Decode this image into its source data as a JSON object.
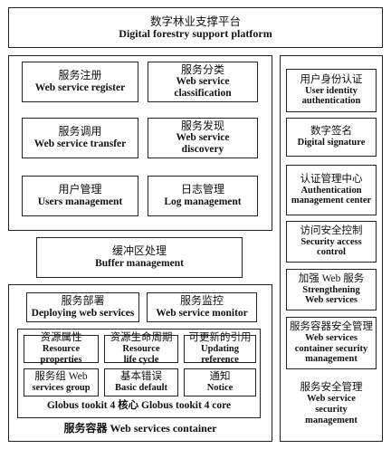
{
  "platform": {
    "zh": "数字林业支撑平台",
    "en": "Digital forestry support platform"
  },
  "services": {
    "register": {
      "zh": "服务注册",
      "en": "Web service register"
    },
    "classification": {
      "zh": "服务分类",
      "en1": "Web service",
      "en2": "classification"
    },
    "transfer": {
      "zh": "服务调用",
      "en": "Web service transfer"
    },
    "discovery": {
      "zh": "服务发现",
      "en1": "Web service",
      "en2": "discovery"
    },
    "users": {
      "zh": "用户管理",
      "en": "Users management"
    },
    "log": {
      "zh": "日志管理",
      "en": "Log management"
    }
  },
  "buffer": {
    "zh": "缓冲区处理",
    "en": "Buffer management"
  },
  "container": {
    "deploying": {
      "zh": "服务部署",
      "en": "Deploying web services"
    },
    "monitor": {
      "zh": "服务监控",
      "en": "Web service monitor"
    },
    "resource_properties": {
      "zh": "资源属性",
      "en1": "Resource",
      "en2": "properties"
    },
    "resource_lifecycle": {
      "zh": "资源生命周期",
      "en1": "Resource",
      "en2": "life cycle"
    },
    "updating_reference": {
      "zh": "可更新的引用",
      "en1": "Updating",
      "en2": "reference"
    },
    "services_group": {
      "zh": "服务组 Web",
      "en": "services group"
    },
    "basic_default": {
      "zh": "基本错误",
      "en": "Basic default"
    },
    "notice": {
      "zh": "通知",
      "en": "Notice"
    },
    "globus_core": "Globus tookit 4 核心 Globus tookit 4 core",
    "title": "服务容器 Web services container"
  },
  "security": {
    "identity": {
      "zh": "用户身份认证",
      "en1": "User identity",
      "en2": "authentication"
    },
    "signature": {
      "zh": "数字签名",
      "en": "Digital signature"
    },
    "auth_center": {
      "zh": "认证管理中心",
      "en1": "Authentication",
      "en2": "management center"
    },
    "access_control": {
      "zh": "访问安全控制",
      "en1": "Security access",
      "en2": "control"
    },
    "strengthening": {
      "zh": "加强 Web 服务",
      "en1": "Strengthening",
      "en2": "Web services"
    },
    "container_security": {
      "zh": "服务容器安全管理",
      "en1": "Web services",
      "en2": "container security",
      "en3": "management"
    },
    "service_security": {
      "zh": "服务安全管理",
      "en1": "Web service",
      "en2": "security",
      "en3": "management"
    }
  }
}
